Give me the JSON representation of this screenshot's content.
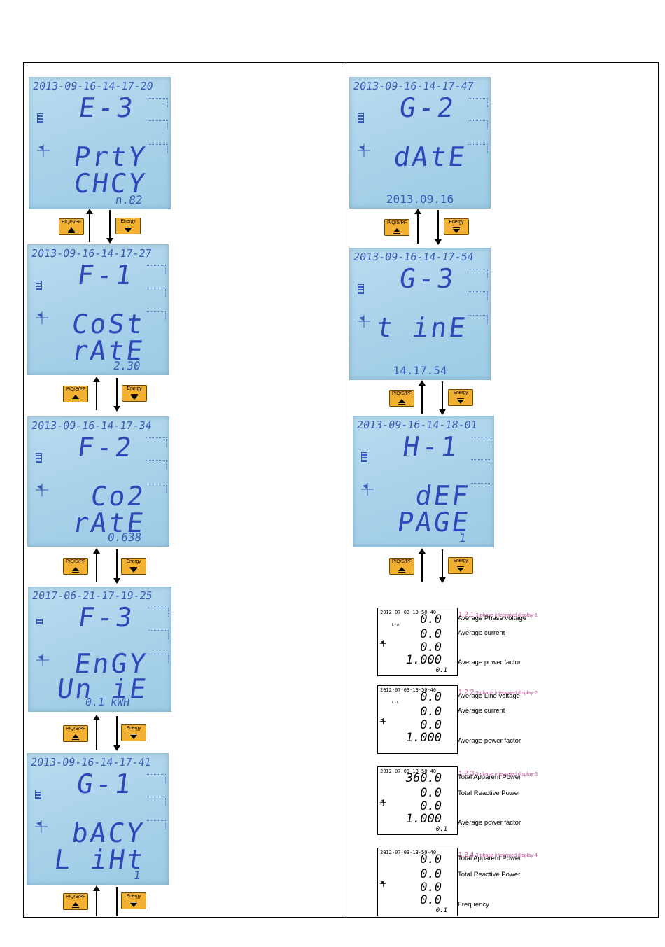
{
  "buttons": {
    "up_label": "P/Q/S/PF",
    "down_label": "Energy"
  },
  "left_column": [
    {
      "timestamp": "2013-09-16-14-17-20",
      "code": "E-3",
      "line1": "PrtY",
      "line2": "CHCY",
      "value": "n.82"
    },
    {
      "timestamp": "2013-09-16-14-17-27",
      "code": "F-1",
      "line1": "CoSt",
      "line2": "rAtE",
      "value": "2.30"
    },
    {
      "timestamp": "2013-09-16-14-17-34",
      "code": "F-2",
      "line1": "Co2",
      "line2": "rAtE",
      "value": "0.638"
    },
    {
      "timestamp": "2017-06-21-17-19-25",
      "code": "F-3",
      "line1": "EnGY",
      "line2": "Un iE",
      "value": "0.1 kWH"
    },
    {
      "timestamp": "2013-09-16-14-17-41",
      "code": "G-1",
      "line1": "bACY",
      "line2": "L iHt",
      "value": "1"
    }
  ],
  "right_column": [
    {
      "timestamp": "2013-09-16-14-17-47",
      "code": "G-2",
      "line1": "dAtE",
      "line2": "",
      "value": "2013.09.16"
    },
    {
      "timestamp": "2013-09-16-14-17-54",
      "code": "G-3",
      "line1": "t inE",
      "line2": "",
      "value": "14.17.54"
    },
    {
      "timestamp": "2013-09-16-14-18-01",
      "code": "H-1",
      "line1": "dEF",
      "line2": "PAGE",
      "value": "1"
    }
  ],
  "integrated_displays": [
    {
      "number": "1.2.1",
      "title": "-3-phase integrated display-1",
      "timestamp": "2012-07-03-13-50-40",
      "tag": "L - n",
      "rows": [
        "0.0",
        "0.0",
        "0.0",
        "1.000"
      ],
      "footer": "0.1",
      "captions": [
        "Average Phase voltage",
        "Average current",
        "Average power factor"
      ]
    },
    {
      "number": "1.2.2",
      "title": "-3-phase integrated display-2",
      "timestamp": "2012-07-03-13-50-40",
      "tag": "L - L",
      "rows": [
        "0.0",
        "0.0",
        "0.0",
        "1.000"
      ],
      "footer": "",
      "captions": [
        "Average Line voltage",
        "Average current",
        "Average power factor"
      ]
    },
    {
      "number": "1.2.3",
      "title": "-3-phase integrated display-3",
      "timestamp": "2012-07-03-13-50-40",
      "tag": "",
      "rows": [
        "360.0",
        "0.0",
        "0.0",
        "1.000"
      ],
      "footer": "0.1",
      "captions": [
        "Total Apparent Power",
        "Total Reactive Power",
        "Average power factor"
      ]
    },
    {
      "number": "1.2.4",
      "title": "-3-phase integrated display-4",
      "timestamp": "2012-07-03-13-50-40",
      "tag": "",
      "rows": [
        "0.0",
        "0.0",
        "0.0",
        "0.0"
      ],
      "footer": "0.1",
      "captions": [
        "Total Apparent Power",
        "Total Reactive Power",
        "Frequency"
      ]
    }
  ]
}
